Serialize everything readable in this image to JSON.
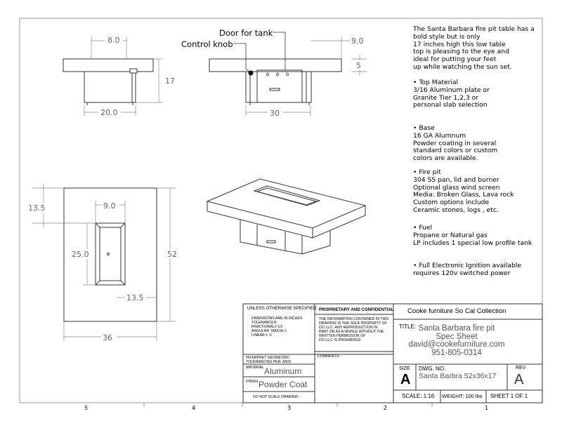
{
  "labels": {
    "door_for_tank": "Door for tank",
    "control_knob": "Control knob"
  },
  "dimensions": {
    "front_top_width": "8.0",
    "front_height": "17",
    "front_base_width": "20.0",
    "side_overhang": "9.0",
    "side_top_thickness": "5",
    "side_base_width": "30",
    "plan_top_offset": "13.5",
    "plan_burner_width": "9.0",
    "plan_burner_length": "25.0",
    "plan_bottom_offset": "13.5",
    "plan_length": "52",
    "plan_width": "36"
  },
  "description": {
    "intro": [
      "The Santa Barbara fire pit table has a",
      "bold style but is only",
      "17 inches high this low table",
      "top is pleasing to the eye and",
      "ideal for putting your feet",
      "up while watching the sun set."
    ],
    "top_material": [
      "• Top Material",
      "3/16 Aluminum plate or",
      "Granite Tier 1,2,3 or",
      "personal slab selection"
    ],
    "base": [
      "• Base",
      "16 GA Alumnum",
      "Powder coating in several",
      "standard colors or custom",
      "colors are available."
    ],
    "fire_pit": [
      "• Fire pit",
      "304 SS pan, lid and burner",
      "Optional glass wind screen",
      "Media: Broken Glass, Lava rock",
      "Custom options include",
      "Ceramic stones, logs , etc."
    ],
    "fuel": [
      "• Fuel",
      "Propane or Natural gas",
      "LP includes 1 special low profile tank"
    ],
    "ignition": [
      "•  Full Electronic Ignition available",
      "requires 120v switched power"
    ]
  },
  "title_block": {
    "unless_specified": "UNLESS OTHERWISE SPECIFIED:",
    "dims_in_inches": "DIMENSIONS ARE IN INCHES",
    "tolerances": "TOLERANCES:",
    "fractional": "FRACTIONAL± 1/2",
    "angular": "ANGULAR: MACH± 1",
    "linear": "LINEAR    ± .5",
    "interpret": "INTERPRET GEOMETRIC",
    "tolerancing": "TOLERANCING PER: ANSI",
    "material_label": "MATERIAL",
    "material": "Aluminum",
    "finish_label": "FINISH",
    "finish": "Powder Coat",
    "do_not_scale": "DO NOT SCALE DRAWING",
    "proprietary": "PROPRIETARY AND CONFIDENTIAL",
    "prop_text": [
      "THE INFORMATION CONTAINED IN THIS",
      "DRAWING IS THE SOLE PROPERTY OF",
      "DCI LLC. ANY REPRODUCTION IN",
      "PART OR AS A WHOLE WITHOUT THE",
      "WRITTEN PERMISSION OF",
      "DCI LLC IS PROHIBITED."
    ],
    "comments": "COMMENTS:",
    "company": "Cooke furniture So Cal Collection",
    "title_label": "TITLE:",
    "title_lines": [
      "Santa Barbara fire pit",
      "Spec Sheet",
      "david@cookefurniture.com",
      "951-805-0314"
    ],
    "size_label": "SIZE",
    "size": "A",
    "dwg_label": "DWG.  NO.",
    "dwg_no": "Santa Barbra 52x36x17",
    "rev_label": "REV",
    "rev": "A",
    "scale": "SCALE: 1:16",
    "weight": "WEIGHT: 100 lbs",
    "sheet": "SHEET 1 OF 1"
  },
  "zones": [
    "5",
    "4",
    "3",
    "2",
    "1"
  ]
}
